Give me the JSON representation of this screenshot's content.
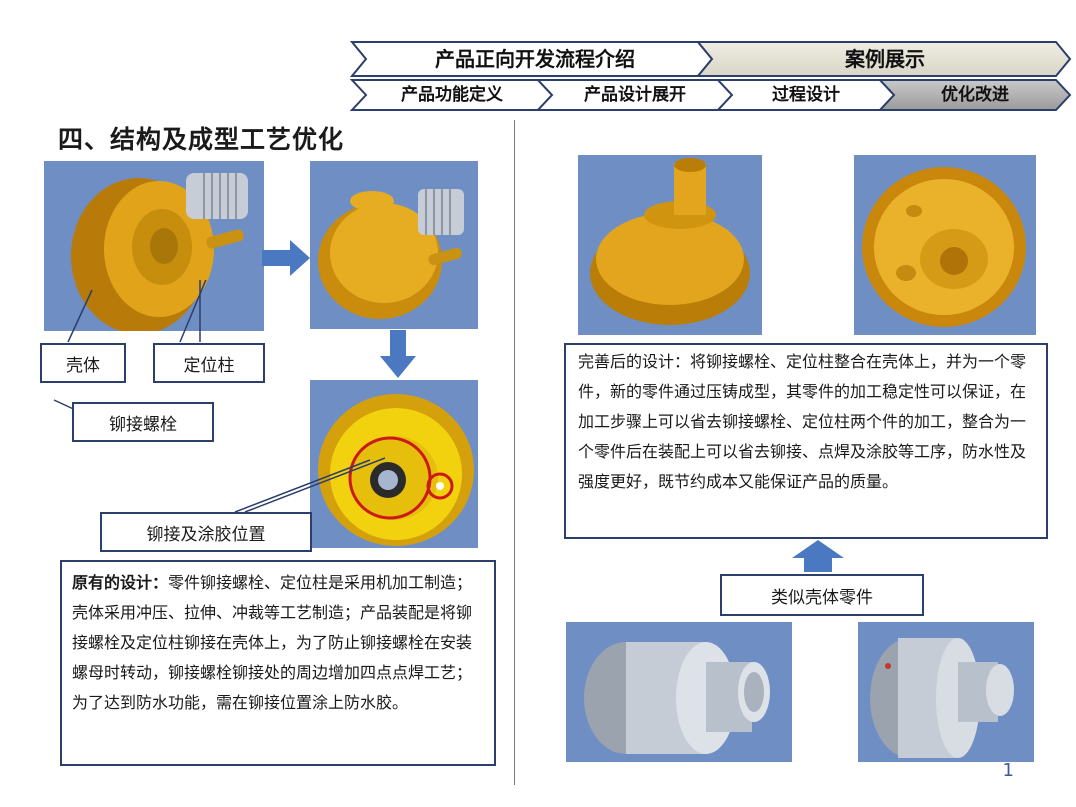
{
  "nav": {
    "top": [
      {
        "label": "产品正向开发流程介绍",
        "state": "normal"
      },
      {
        "label": "案例展示",
        "state": "active"
      }
    ],
    "bottom": [
      {
        "label": "产品功能定义",
        "state": "normal"
      },
      {
        "label": "产品设计展开",
        "state": "normal"
      },
      {
        "label": "过程设计",
        "state": "normal"
      },
      {
        "label": "优化改进",
        "state": "active"
      }
    ],
    "colors": {
      "border": "#2c3e6b",
      "normal_fill": "#ffffff",
      "active_fill": "#e6e3d6",
      "active_fill_dark": "#a8a8a8"
    }
  },
  "title": "四、结构及成型工艺优化",
  "labels": {
    "shell": "壳体",
    "pin": "定位柱",
    "rivet": "铆接螺栓",
    "rivet_glue": "铆接及涂胶位置",
    "similar": "类似壳体零件"
  },
  "original": {
    "heading": "原有的设计：",
    "body": "零件铆接螺栓、定位柱是采用机加工制造；壳体采用冲压、拉伸、冲裁等工艺制造；产品装配是将铆接螺栓及定位柱铆接在壳体上，为了防止铆接螺栓在安装螺母时转动，铆接螺栓铆接处的周边增加四点点焊工艺；为了达到防水功能，需在铆接位置涂上防水胶。"
  },
  "improved": {
    "heading": "完善后的设计：",
    "body": "将铆接螺栓、定位柱整合在壳体上，并为一个零件，新的零件通过压铸成型，其零件的加工稳定性可以保证，在加工步骤上可以省去铆接螺栓、定位柱两个件的加工，整合为一个零件后在装配上可以省去铆接、点焊及涂胶等工序，防水性及强度更好，既节约成本又能保证产品的质量。"
  },
  "page_number": "1",
  "colors": {
    "photo_bg": "#6f8fc4",
    "gold": "#d99a10",
    "arrow": "#4a79c2",
    "border": "#2c3e6b"
  }
}
